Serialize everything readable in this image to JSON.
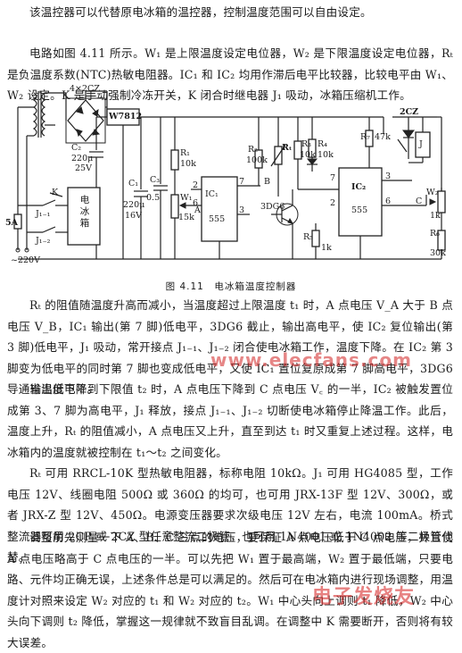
{
  "paragraphs": {
    "intro": "该温控器可以代替原电冰箱的温控器，控制温度范围可以自由设定。",
    "circuit": "电路如图 4.11 所示。W₁ 是上限温度设定电位器，W₂ 是下限温度设定电位器，Rₜ 是负温度系数(NTC)热敏电阻器。IC₁ 和 IC₂ 均用作滞后电平比较器，比较电平由 W₁、W₂ 设定。K 是手动强制冷冻开关，K 闭合时继电器 J₁ 吸动，冰箱压缩机工作。",
    "mid": "Rₜ 的阻值随温度升高而减小，当温度超过上限温度 t₁ 时，A 点电压 V_A 大于 B 点电压 V_B，IC₁ 输出(第 7 脚)低电平，3DG6 截止，输出高电平，使 IC₂ 复位输出(第 3 脚)低电平，J₁ 吸动，常开接点 J₁₋₁、J₁₋₂ 闭合使电冰箱工作，温度下降。在 IC₂ 第 3 脚变为低电平的同时第 7 脚也变成低电平，又使 IC₁ 置位复原成第 7 脚高电平，3DG6 导通输出低电平。",
    "down": "当温度下降到下限值 t₂ 时，A 点电压下降到 C 点电压 V꜀ 的一半，IC₂ 被触发置位成第 3、7 脚为高电平，J₁ 释放，接点 J₁₋₁、J₁₋₂ 切断使电冰箱停止降温工作。此后，温度上升，Rₜ 的阻值减小，A 点电压又上升，直至到达 t₁ 时又重复上述过程。这样，电冰箱内的温度就被控制在 t₁～t₂ 之间变化。",
    "parts": "Rₜ 可用 RRCL-10K 型热敏电阻器，标称电阻 10kΩ。J₁ 可用 HG4085 型，工作电压 12V、线圈电阻 500Ω 或 360Ω 的均可，也可用 JRX-13F 型 12V、300Ω，或者 JRX-Z 型 12V、450Ω。电源变压器要求次级电压 12V 左右，电流 100mA。桥式整流器可用 2CP 或 2CZ 型任意整流二极管，也可用 1N4001 或 1N4002 等二极管代替。",
    "tune": "调整前先测量一下 A、B、C 三点的电压，要保证 A 点电压低于 C 点电压，并且使 A 点电压略高于 C 点电压的一半。可以先把 W₁ 置于最高端，W₂ 置于最低端，只要电路、元件均正确无误，上述条件总是可以满足的。然后可在电冰箱内进行现场调整，用温度计对照来设定 W₂ 对应的 t₁ 和 W₂ 对应的 t₂。W₁ 中心头向上调则 t₁ 降低，W₂ 中心头向下调则 t₂ 降低，掌握这一规律就不致盲目乱调。在调整中 K 需要断开，否则将有较大误差。"
  },
  "figure": {
    "caption": "图 4.11　电冰箱温度控制器",
    "labels": {
      "bridge": "4×2CZ",
      "regulator": "W7812",
      "c2": "C₂",
      "c2_val": "220μ",
      "c2_v": "25V",
      "c1": "C₁",
      "c1_val": "220μ",
      "c1_v": "16V",
      "c3": "C₃",
      "c3_val": "0.5",
      "r1": "R₁",
      "r1_val": "10k",
      "w1": "W₁",
      "w1_val": "15k",
      "rt": "Rₜ",
      "r2": "R₂",
      "r2_val": "100k",
      "r3": "R₃",
      "r3_val": "10k",
      "r4": "R₄",
      "r4_val": "10k",
      "r5": "R₅",
      "r5_val": "1k",
      "r6": "R₆",
      "r6_val": "30k",
      "r7": "R₇",
      "r7_val": "47k",
      "w2": "W₂",
      "w2_val": "1k",
      "ic1": "IC₁",
      "ic1_type": "555",
      "ic2": "IC₂",
      "ic2_type": "555",
      "transistor": "3DG6",
      "diode": "2CZ",
      "relay": "J",
      "fuse": "5A",
      "mains": "~220V",
      "k": "K",
      "j11": "J₁₋₁",
      "j12": "J₁₋₂",
      "fridge": "电\n冰\n箱",
      "node_a": "A",
      "node_b": "B",
      "node_c": "C",
      "pin7a": "7",
      "pin2a": "2",
      "pin3a": "3",
      "pin6a": "6",
      "pin7b": "7",
      "pin2b": "2",
      "pin3b": "3",
      "pin6b": "6"
    }
  },
  "watermark": "www.elecfans.com",
  "logo_text": "电子发烧友"
}
